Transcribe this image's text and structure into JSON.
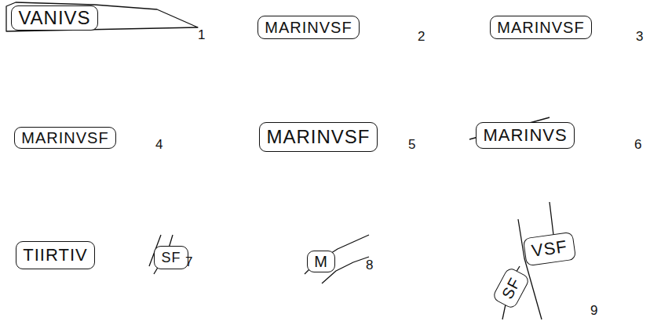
{
  "diagram": {
    "nodes": [
      {
        "text": [
          "VANIVS"
        ]
      },
      {
        "text": [
          "MARINVSF"
        ]
      },
      {
        "text": [
          "MARINVSF"
        ]
      },
      {
        "text": [
          "MARINVSF"
        ]
      },
      {
        "text": [
          "MARINVSF"
        ]
      },
      {
        "text": [
          "MARINVS"
        ]
      },
      {
        "text": [
          "TIIRTIV"
        ]
      },
      {
        "text": [
          "SF"
        ]
      },
      {
        "text": [
          "M"
        ]
      },
      {
        "text": [
          "VSF"
        ]
      },
      {
        "text": [
          "SF"
        ]
      }
    ],
    "labels": [
      "1",
      "2",
      "3",
      "4",
      "5",
      "6",
      "7",
      "8",
      "9"
    ]
  }
}
